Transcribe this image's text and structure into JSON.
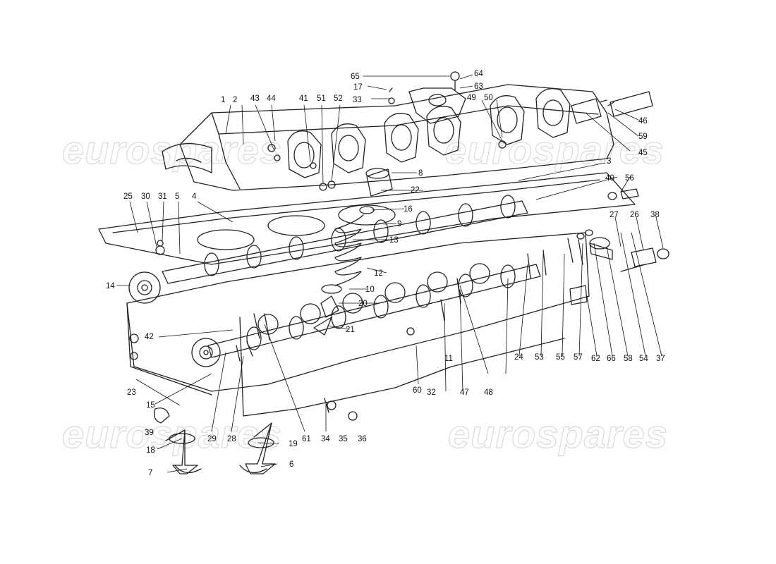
{
  "watermark": "eurospares",
  "callouts": [
    "1",
    "2",
    "3",
    "4",
    "5",
    "6",
    "7",
    "8",
    "9",
    "10",
    "11",
    "12",
    "13",
    "14",
    "15",
    "16",
    "17",
    "18",
    "19",
    "20",
    "21",
    "22",
    "23",
    "24",
    "25",
    "26",
    "27",
    "28",
    "29",
    "30",
    "31",
    "32",
    "33",
    "34",
    "35",
    "36",
    "37",
    "38",
    "39",
    "40",
    "41",
    "42",
    "43",
    "44",
    "45",
    "46",
    "47",
    "48",
    "49",
    "50",
    "51",
    "52",
    "53",
    "54",
    "55",
    "56",
    "57",
    "58",
    "59",
    "60",
    "61",
    "62",
    "63",
    "64",
    "65",
    "66"
  ]
}
